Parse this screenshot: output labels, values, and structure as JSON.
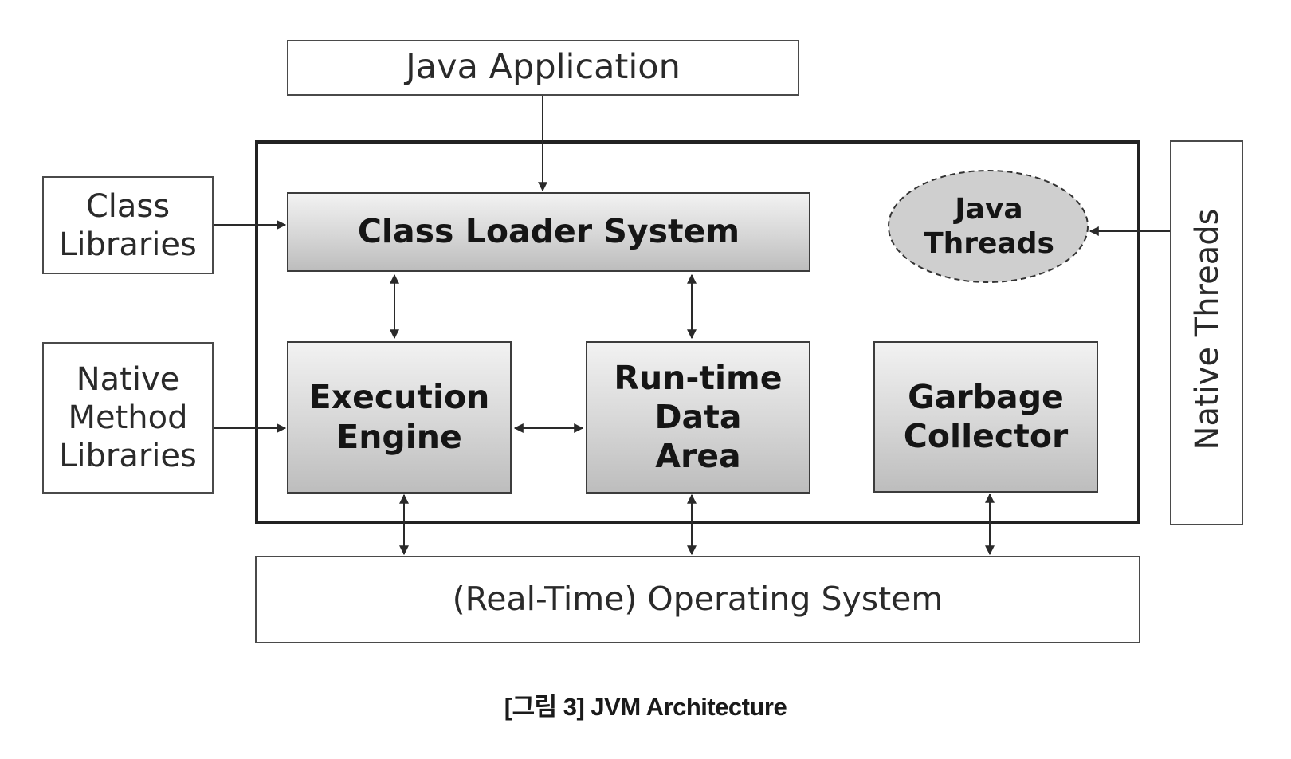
{
  "diagram": {
    "java_application": "Java Application",
    "class_libraries": [
      "Class",
      "Libraries"
    ],
    "native_method_libraries": [
      "Native",
      "Method",
      "Libraries"
    ],
    "class_loader_system": "Class Loader System",
    "java_threads": [
      "Java",
      "Threads"
    ],
    "native_threads": "Native Threads",
    "execution_engine": [
      "Execution",
      "Engine"
    ],
    "runtime_data_area": [
      "Run-time",
      "Data",
      "Area"
    ],
    "garbage_collector": [
      "Garbage",
      "Collector"
    ],
    "operating_system": "(Real-Time) Operating System"
  },
  "caption": "[그림 3] JVM Architecture"
}
